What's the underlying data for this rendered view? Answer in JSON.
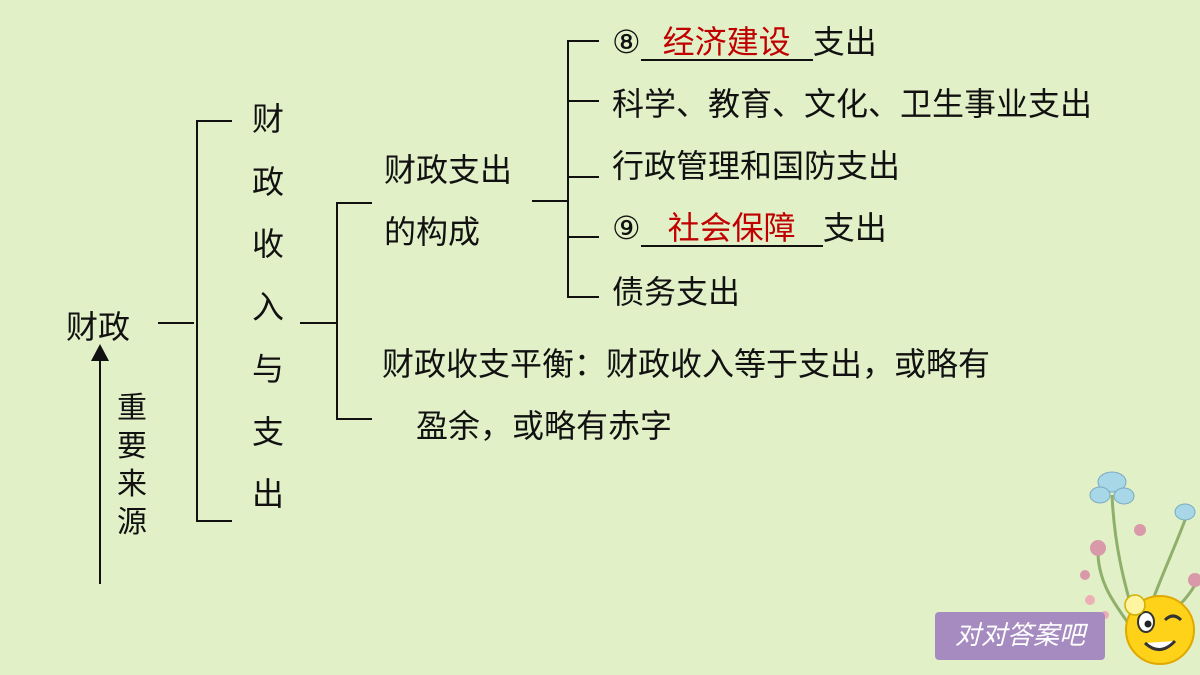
{
  "root": {
    "label": "财政"
  },
  "source": {
    "label_chars": [
      "重",
      "要",
      "来",
      "源"
    ]
  },
  "level1": {
    "label_chars": [
      "财",
      "政",
      "收",
      "入",
      "与",
      "支",
      "出"
    ]
  },
  "composition": {
    "title_line1": "财政支出",
    "title_line2": "的构成",
    "items": [
      {
        "prefix": "⑧",
        "answer": "经济建设",
        "suffix": "支出"
      },
      {
        "text": "科学、教育、文化、卫生事业支出"
      },
      {
        "text": "行政管理和国防支出"
      },
      {
        "prefix": "⑨",
        "answer": "社会保障",
        "suffix": "支出"
      },
      {
        "text": "债务支出"
      }
    ]
  },
  "balance": {
    "line1": "财政收支平衡：财政收入等于支出，或略有",
    "line2": "盈余，或略有赤字"
  },
  "answer_button": {
    "label": "对对答案吧"
  },
  "colors": {
    "background": "#e2f0c8",
    "answer": "#c00000",
    "button": "#a58bc0"
  }
}
